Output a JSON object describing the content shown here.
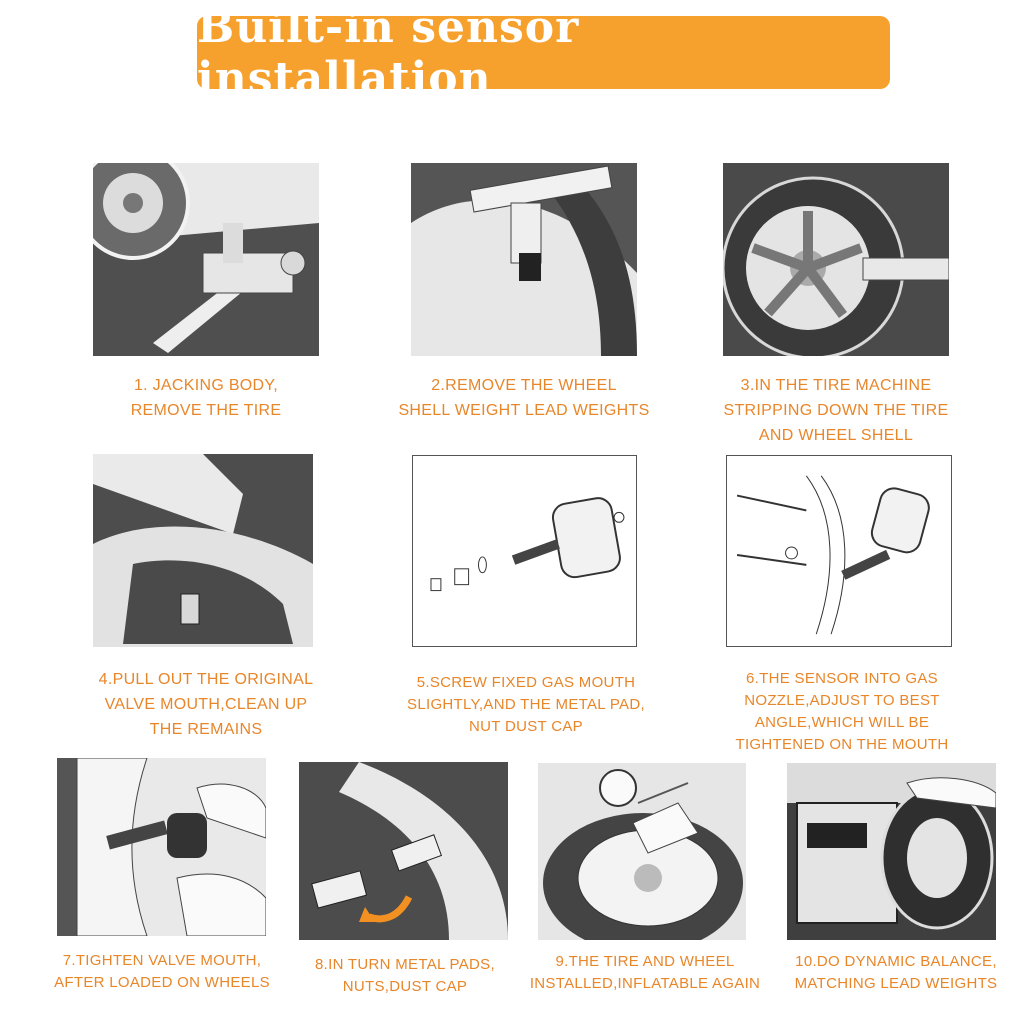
{
  "title": "Built-in sensor installation",
  "colors": {
    "banner": "#f6a12d",
    "caption": "#e8862a",
    "panel": "#5a5a5a"
  },
  "steps": [
    {
      "caption": "1. JACKING BODY,\nREMOVE THE TIRE",
      "image": "jack-lifting-car-illustration"
    },
    {
      "caption": "2.REMOVE THE WHEEL\nSHELL WEIGHT LEAD WEIGHTS",
      "image": "bead-breaker-on-wheel-illustration"
    },
    {
      "caption": "3.IN THE TIRE MACHINE\nSTRIPPING DOWN THE TIRE\nAND WHEEL SHELL",
      "image": "tire-machine-illustration"
    },
    {
      "caption": "4.PULL OUT THE ORIGINAL\nVALVE MOUTH,CLEAN UP\nTHE REMAINS",
      "image": "valve-removal-illustration"
    },
    {
      "caption": "5.SCREW FIXED GAS MOUTH\nSLIGHTLY,AND THE METAL PAD,\nNUT DUST CAP",
      "image": "sensor-parts-exploded-illustration"
    },
    {
      "caption": "6.THE SENSOR INTO GAS\nNOZZLE,ADJUST TO BEST\nANGLE,WHICH WILL BE\nTIGHTENED ON THE MOUTH",
      "image": "sensor-angle-adjust-illustration"
    },
    {
      "caption": "7.TIGHTEN VALVE MOUTH,\nAFTER LOADED ON WHEELS",
      "image": "sensor-mounted-on-rim-illustration"
    },
    {
      "caption": "8.IN TURN METAL PADS,\nNUTS,DUST CAP",
      "image": "valve-nut-tighten-illustration"
    },
    {
      "caption": "9.THE TIRE AND WHEEL\nINSTALLED,INFLATABLE AGAIN",
      "image": "tire-inflation-illustration"
    },
    {
      "caption": "10.DO DYNAMIC BALANCE,\nMATCHING LEAD WEIGHTS",
      "image": "wheel-balancer-illustration"
    }
  ]
}
